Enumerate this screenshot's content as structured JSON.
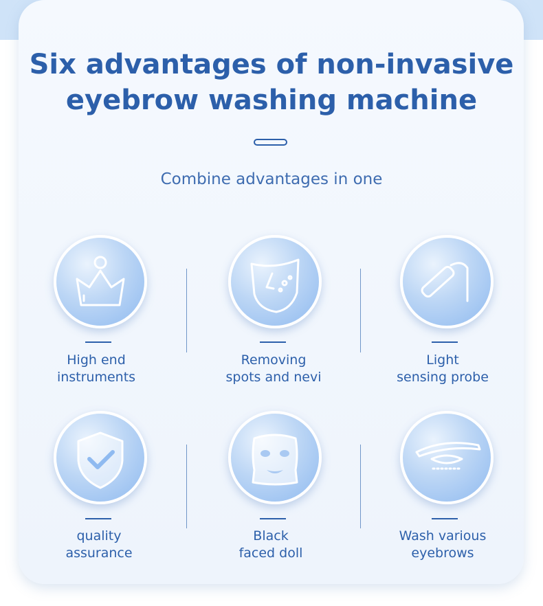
{
  "title_line1": "Six advantages of non-invasive",
  "title_line2": "eyebrow washing machine",
  "subtitle": "Combine advantages in one",
  "items": [
    {
      "line1": "High end",
      "line2": "instruments",
      "icon": "crown-icon"
    },
    {
      "line1": "Removing",
      "line2": "spots and nevi",
      "icon": "face-spots-icon"
    },
    {
      "line1": "Light",
      "line2": "sensing probe",
      "icon": "probe-icon"
    },
    {
      "line1": "quality",
      "line2": "assurance",
      "icon": "shield-check-icon"
    },
    {
      "line1": "Black",
      "line2": "faced doll",
      "icon": "face-mask-icon"
    },
    {
      "line1": "Wash various",
      "line2": "eyebrows",
      "icon": "eyebrow-icon"
    }
  ],
  "colors": {
    "accent": "#2c5faa",
    "circle": "#a9c9f2",
    "background": "#f1f6fd"
  }
}
